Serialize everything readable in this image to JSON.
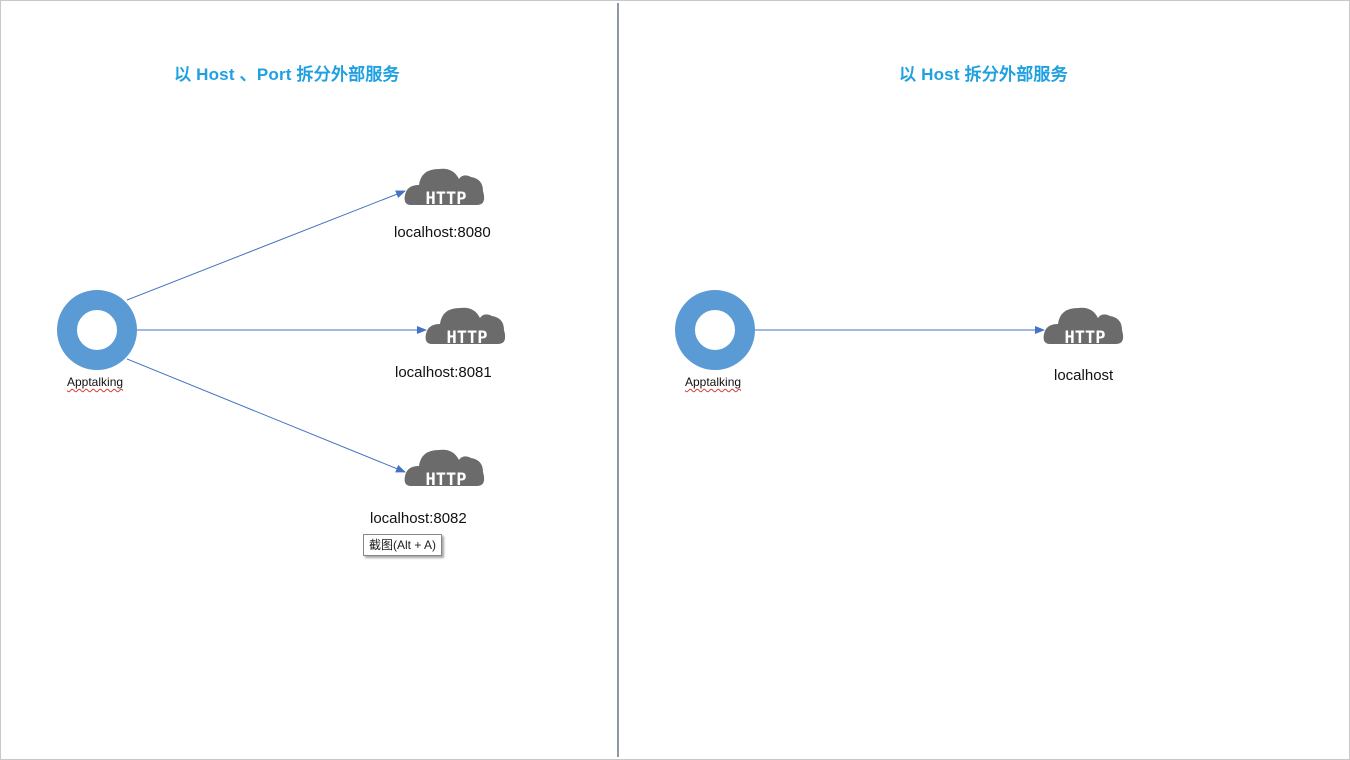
{
  "left_panel": {
    "title": "以 Host 、Port 拆分外部服务",
    "source_node": {
      "label": "Apptalking",
      "icon": "ring-node-icon"
    },
    "targets": [
      {
        "label": "localhost:8080",
        "icon": "http-cloud-icon"
      },
      {
        "label": "localhost:8081",
        "icon": "http-cloud-icon"
      },
      {
        "label": "localhost:8082",
        "icon": "http-cloud-icon"
      }
    ]
  },
  "right_panel": {
    "title": "以 Host  拆分外部服务",
    "source_node": {
      "label": "Apptalking",
      "icon": "ring-node-icon"
    },
    "targets": [
      {
        "label": "localhost",
        "icon": "http-cloud-icon"
      }
    ]
  },
  "tooltip": {
    "text": "截图(Alt + A)"
  },
  "http_icon_text": "HTTP",
  "colors": {
    "title": "#1fa0e0",
    "node_ring": "#5b9bd5",
    "arrow": "#4472c4",
    "cloud": "#6b6b6b",
    "divider": "#44546a"
  }
}
